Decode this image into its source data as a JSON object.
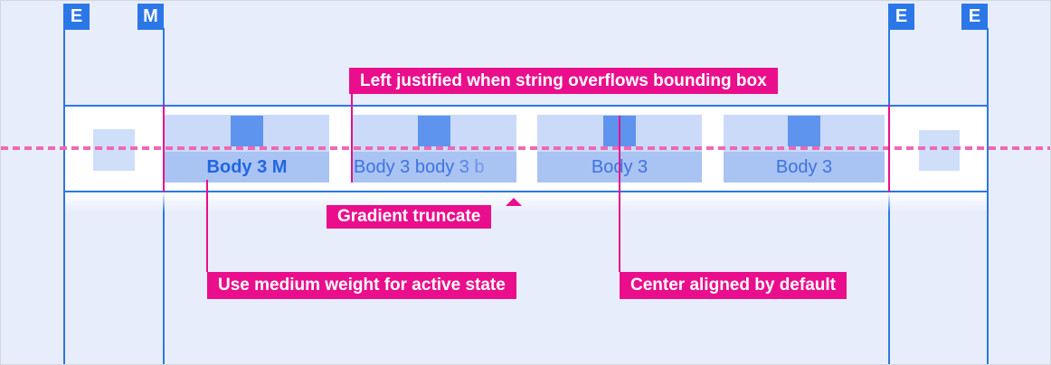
{
  "diagram": {
    "description_colors": {
      "background": "#e8edfb",
      "guide_blue": "#2b77e7",
      "bar_background": "#ffffff",
      "tab_top_background": "#cbdaf8",
      "tab_label_background": "#a9c3f2",
      "tab_icon_blue": "#5e94ee",
      "placeholder_blue": "#cfdef9",
      "tab_text_blue": "#3f73e2",
      "tab_text_active_blue": "#2166e2",
      "annotation_magenta": "#ea0e8c",
      "dashed_centerline_pink": "#ee68b4"
    },
    "markers": [
      {
        "label": "E"
      },
      {
        "label": "M"
      },
      {
        "label": "E"
      },
      {
        "label": "E"
      }
    ],
    "tabbar": {
      "tabs": [
        {
          "label": "Body 3 M",
          "state": "active",
          "alignment": "center"
        },
        {
          "label": "Body 3 body 3 b",
          "state": "default",
          "alignment": "left",
          "truncation": "gradient"
        },
        {
          "label": "Body 3",
          "state": "default",
          "alignment": "center"
        },
        {
          "label": "Body 3",
          "state": "default",
          "alignment": "center"
        }
      ]
    },
    "annotations": {
      "left_justified": "Left justified when string overflows bounding box",
      "gradient_truncate": "Gradient truncate",
      "medium_weight": "Use medium weight for active state",
      "center_aligned": "Center aligned by default"
    }
  }
}
